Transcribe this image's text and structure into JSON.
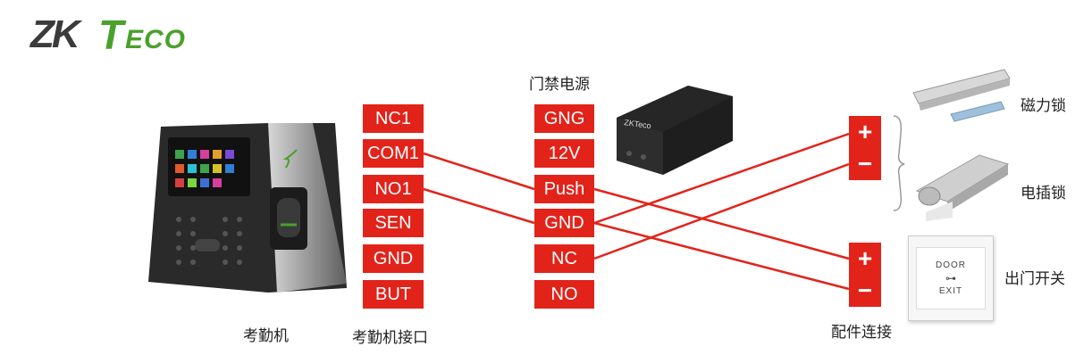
{
  "logo": {
    "zk": "ZK",
    "t": "T",
    "eco": "ECO"
  },
  "labels": {
    "terminal": "考勤机",
    "interface": "考勤机接口",
    "power": "门禁电源",
    "accessory": "配件连接",
    "maglock": "磁力锁",
    "boltlock": "电插锁",
    "exit_switch": "出门开关"
  },
  "terminal_pins": [
    "NC1",
    "COM1",
    "NO1",
    "SEN",
    "GND",
    "BUT"
  ],
  "power_pins": [
    "GNG",
    "12V",
    "Push",
    "GND",
    "NC",
    "NO"
  ],
  "connector_signs": {
    "plus": "+",
    "minus": "−"
  },
  "exit_button": {
    "line1": "DOOR",
    "line2": "EXIT"
  },
  "power_box_text": "ZKTeco",
  "colors": {
    "pin_red": "#e2231a",
    "wire_red": "#e2231a",
    "logo_green": "#4aa02c",
    "logo_dark": "#3b3b3b"
  }
}
